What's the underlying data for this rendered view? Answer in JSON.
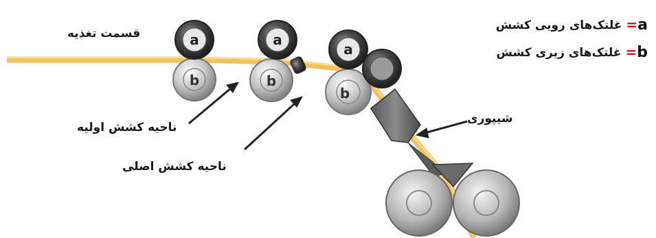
{
  "labels": {
    "feed_section": "قسمت تغذیه",
    "preliminary_draft_zone": "ناحیه کشش اولیه",
    "main_draft_zone": "ناحیه کشش اصلی",
    "trumpet": "شیپوری"
  },
  "legend": [
    {
      "symbol": "a",
      "eq": "=",
      "text": "غلتک‌های رویی کشش"
    },
    {
      "symbol": "b",
      "eq": "=",
      "text": "غلتک‌های زیری کشش"
    }
  ],
  "rollers": {
    "top_letter": "a",
    "bottom_letter": "b"
  },
  "colors": {
    "fiber": "#f2c25c",
    "top_roller": "#3c3c3c",
    "bottom_roller": "#c9c9c9",
    "legend_eq": "#cc1f1f"
  }
}
